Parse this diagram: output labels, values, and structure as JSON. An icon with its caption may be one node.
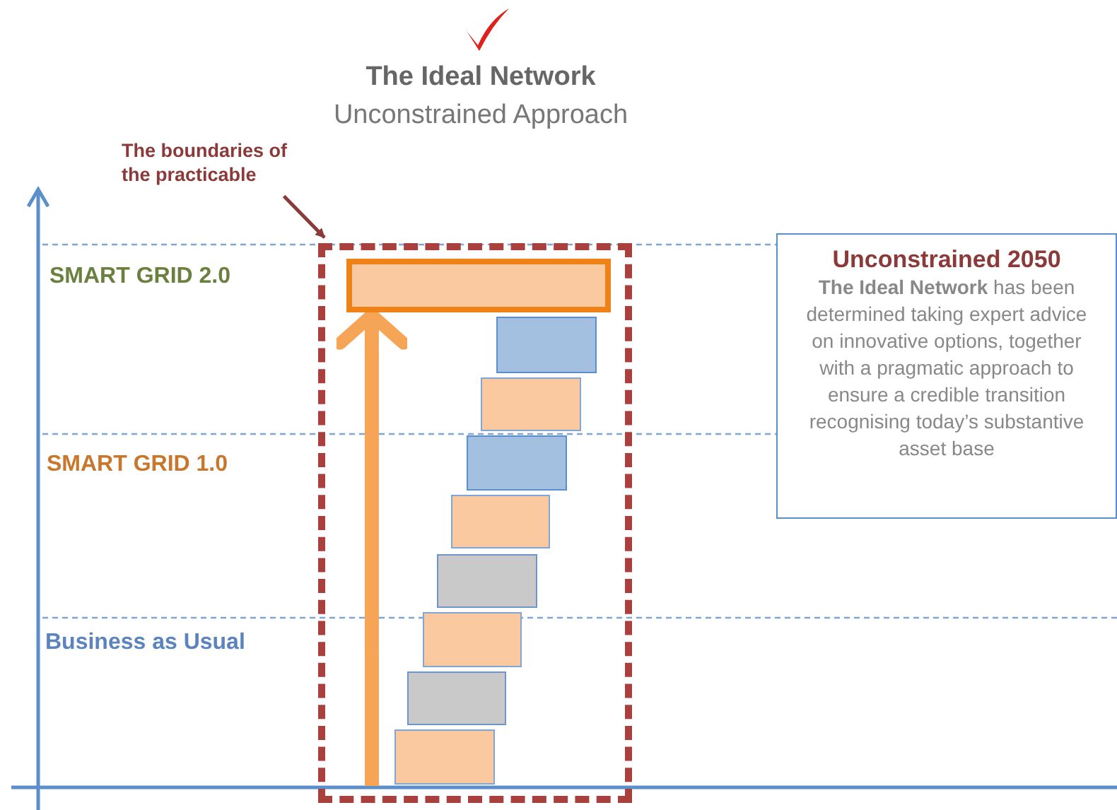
{
  "diagram": {
    "title": "The Ideal Network",
    "nodes": [
      {
        "text": [
          "The boundaries of the practicable"
        ]
      },
      {
        "text": [],
        "shape": "box"
      },
      {
        "text": [],
        "shape": "bar",
        "in": 1
      },
      {
        "text": [],
        "shape": "bar",
        "in": 1
      },
      {
        "text": [],
        "shape": "bar",
        "in": 1
      },
      {
        "text": [],
        "shape": "bar",
        "in": 1
      },
      {
        "text": [],
        "shape": "bar",
        "in": 1
      },
      {
        "text": [],
        "shape": "bar",
        "in": 1
      },
      {
        "text": [],
        "shape": "bar",
        "in": 1
      },
      {
        "text": [],
        "shape": "bar",
        "in": 1
      },
      {
        "text": [],
        "shape": "bar",
        "in": 1
      },
      {
        "text": [
          "Unconstrained 2050",
          "**The Ideal Network** has been determined taking expert advice on innovative options, together with a pragmatic approach to ensure a credible transition recognising today’s substantive asset base"
        ]
      }
    ],
    "edges": [
      {
        "from": 0,
        "to": 1,
        "arrow": "to",
        "color": "#8b3a3a"
      },
      {
        "from": null,
        "to": 2,
        "arrow": "to",
        "style": "thick",
        "color": "#f6a455"
      }
    ],
    "labels": [
      "Unconstrained Approach",
      "SMART GRID 2.0",
      "SMART GRID 1.0",
      "Business as Usual"
    ]
  }
}
